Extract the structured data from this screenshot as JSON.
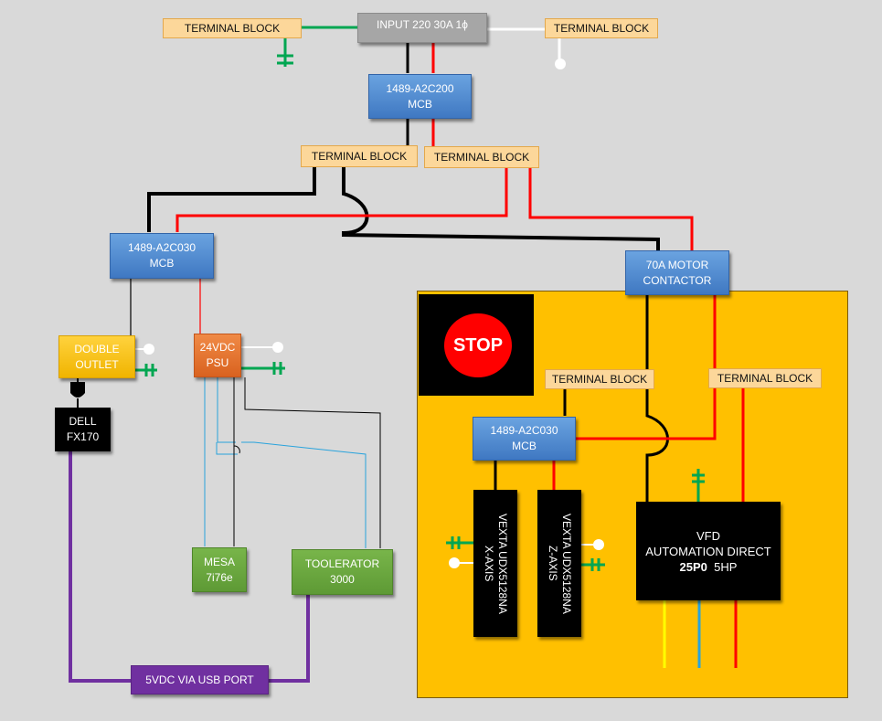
{
  "input": {
    "label": "INPUT 220 30A 1ϕ"
  },
  "terminal_blocks": {
    "top_left": "TERMINAL BLOCK",
    "top_right": "TERMINAL BLOCK",
    "mid_left": "TERMINAL BLOCK",
    "mid_right": "TERMINAL BLOCK",
    "panel_left": "TERMINAL BLOCK",
    "panel_right": "TERMINAL BLOCK"
  },
  "main_breaker": {
    "line1": "1489-A2C200",
    "line2": "MCB"
  },
  "left_breaker": {
    "line1": "1489-A2C030",
    "line2": "MCB"
  },
  "panel_breaker": {
    "line1": "1489-A2C030",
    "line2": "MCB"
  },
  "contactor": {
    "line1": "70A MOTOR",
    "line2": "CONTACTOR"
  },
  "outlet": {
    "line1": "DOUBLE",
    "line2": "OUTLET"
  },
  "psu": {
    "line1": "24VDC",
    "line2": "PSU"
  },
  "dell": {
    "line1": "DELL",
    "line2": "FX170"
  },
  "mesa": {
    "line1": "MESA",
    "line2": "7i76e"
  },
  "toolerator": {
    "line1": "TOOLERATOR",
    "line2": "3000"
  },
  "usb": {
    "label": "5VDC VIA USB PORT"
  },
  "stop": {
    "label": "STOP"
  },
  "x_axis": {
    "line1": "X-AXIS",
    "line2": "VEXTA UDX5128NA"
  },
  "z_axis": {
    "line1": "Z-AXIS",
    "line2": "VEXTA UDX5128NA"
  },
  "vfd": {
    "line1": "VFD",
    "line2": "AUTOMATION DIRECT",
    "line3_model": "25P0",
    "line3_hp": "5HP"
  },
  "colors": {
    "black": "#000000",
    "red": "#ff0000",
    "green": "#00a651",
    "blue": "#29a3dc",
    "yellow": "#ffff00",
    "purple": "#7030a0",
    "panel": "#ffc000"
  }
}
